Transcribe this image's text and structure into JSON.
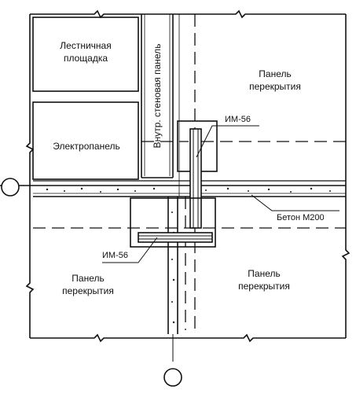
{
  "labels": {
    "stair_landing_1": "Лестничная",
    "stair_landing_2": "площадка",
    "inner_wall_panel": "Внутр. стеновая панель",
    "floor_panel_tr_1": "Панель",
    "floor_panel_tr_2": "перекрытия",
    "electro_panel": "Электропанель",
    "im56_top": "ИМ-56",
    "concrete": "Бетон М200",
    "im56_bottom": "ИМ-56",
    "floor_panel_bl_1": "Панель",
    "floor_panel_bl_2": "перекрытия",
    "floor_panel_br_1": "Панель",
    "floor_panel_br_2": "перекрытия"
  }
}
